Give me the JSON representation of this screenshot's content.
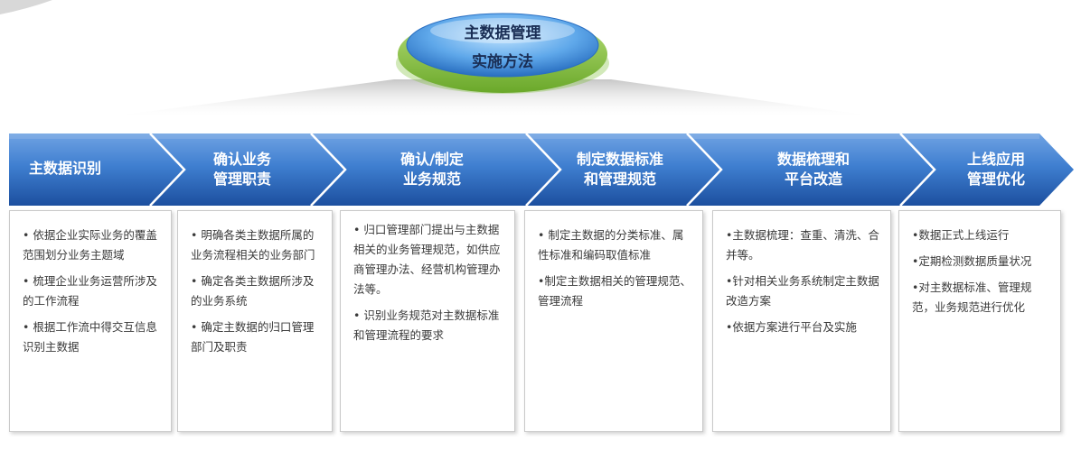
{
  "hub": {
    "line1": "主数据管理",
    "line2": "实施方法"
  },
  "steps": [
    {
      "title": [
        "主数据识别"
      ],
      "items": [
        "• 依据企业实际业务的覆盖范围划分业务主题域",
        "• 梳理企业业务运营所涉及的工作流程",
        "• 根据工作流中得交互信息识别主数据"
      ]
    },
    {
      "title": [
        "确认业务",
        "管理职责"
      ],
      "items": [
        "• 明确各类主数据所属的业务流程相关的业务部门",
        "• 确定各类主数据所涉及的业务系统",
        "• 确定主数据的归口管理部门及职责"
      ]
    },
    {
      "title": [
        "确认/制定",
        "业务规范"
      ],
      "items": [
        "• 归口管理部门提出与主数据相关的业务管理规范，如供应商管理办法、经营机构管理办法等。",
        "• 识别业务规范对主数据标准和管理流程的要求"
      ]
    },
    {
      "title": [
        "制定数据标准",
        "和管理规范"
      ],
      "items": [
        "• 制定主数据的分类标准、属性标准和编码取值标准",
        "•制定主数据相关的管理规范、管理流程"
      ]
    },
    {
      "title": [
        "数据梳理和",
        "平台改造"
      ],
      "items": [
        "•主数据梳理：查重、清洗、合并等。",
        "•针对相关业务系统制定主数据改造方案",
        "•依据方案进行平台及实施"
      ]
    },
    {
      "title": [
        "上线应用",
        "管理优化"
      ],
      "items": [
        "•数据正式上线运行",
        "•定期检测数据质量状况",
        "•对主数据标准、管理规范，业务规范进行优化"
      ]
    }
  ],
  "colors": {
    "arrow_light": "#6b9ee0",
    "arrow_dark": "#1f55ac",
    "hub_ring": "#8cc63f",
    "hub_fill": "#3f8fd8",
    "text_gray": "#3a3a3a"
  }
}
